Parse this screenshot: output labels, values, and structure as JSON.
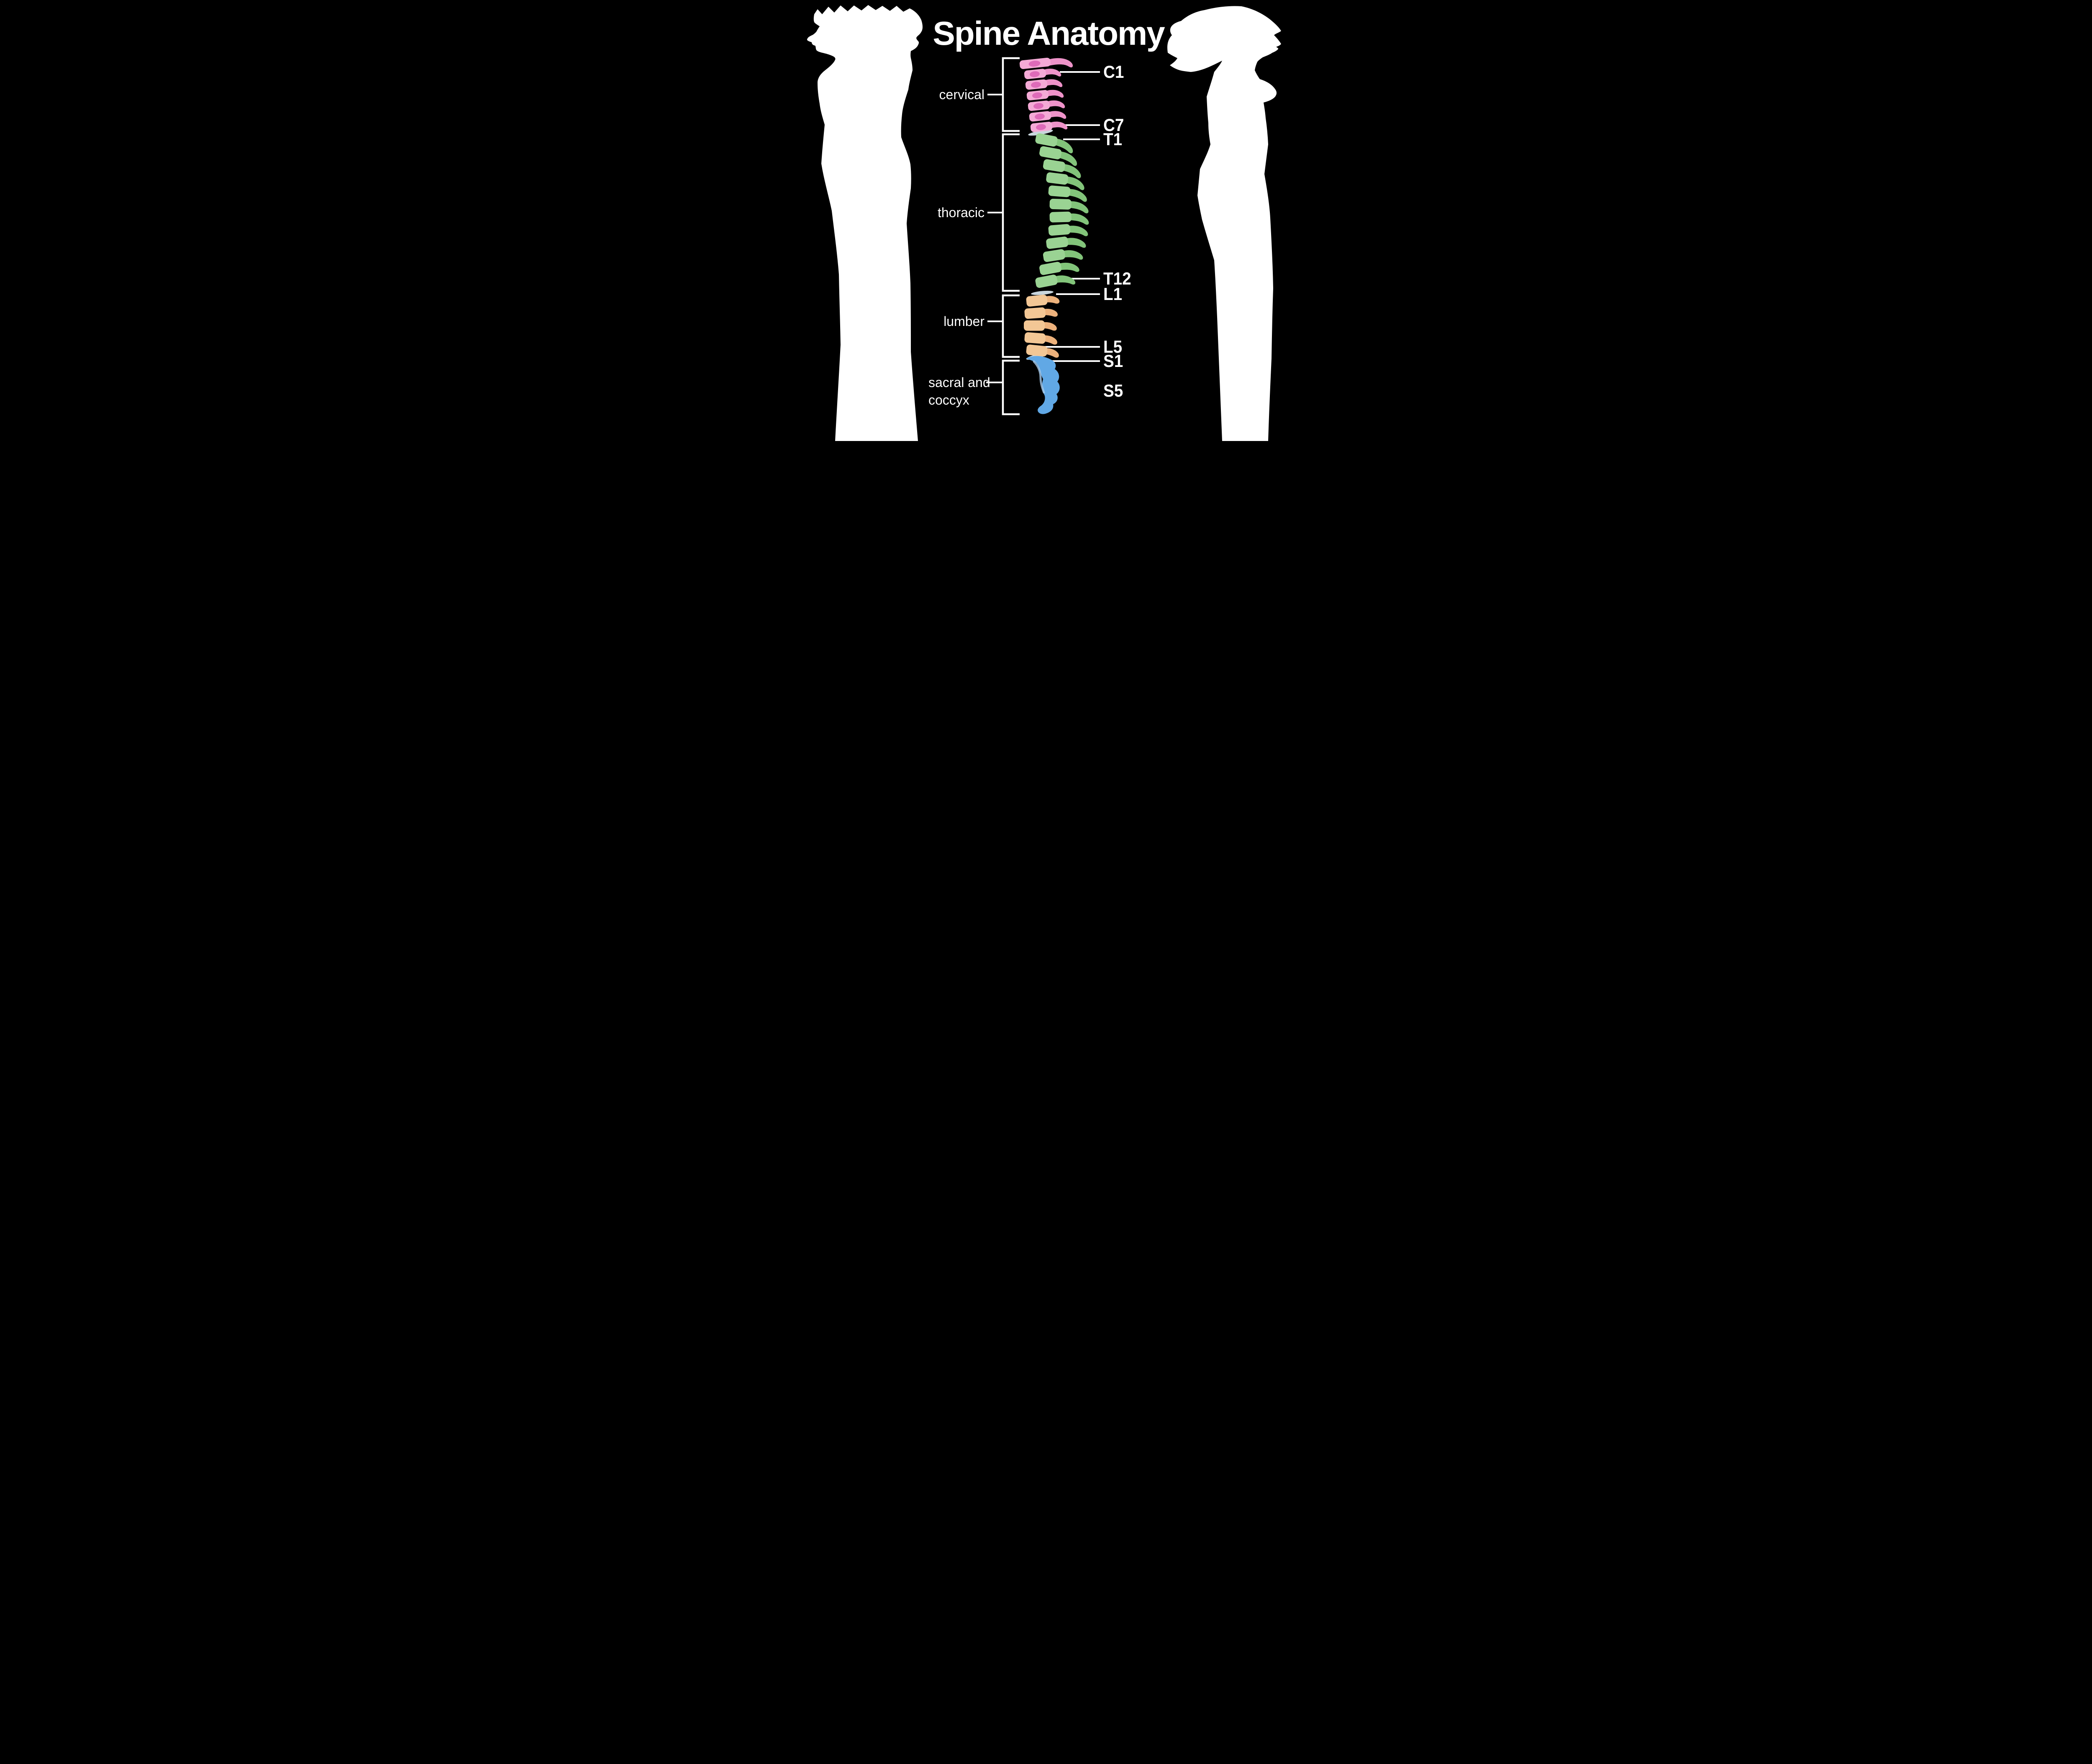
{
  "title": "Spine Anatomy",
  "region_labels": {
    "cervical": "cervical",
    "thoracic": "thoracic",
    "lumbar": "lumber",
    "sacral_line1": "sacral and",
    "sacral_line2": "coccyx"
  },
  "vertebra_labels": {
    "c1": "C1",
    "c7": "C7",
    "t1": "T1",
    "t12": "T12",
    "l1": "L1",
    "l5": "L5",
    "s1": "S1",
    "s5": "S5"
  },
  "colors": {
    "background": "#000000",
    "silhouette": "#ffffff",
    "text": "#ffffff",
    "line": "#ffffff",
    "cervical": "#f4aad6",
    "cervical_shade": "#ee93c9",
    "cervical_canal": "#de6bb9",
    "thoracic": "#9ad393",
    "thoracic_shade": "#82c47a",
    "lumbar": "#f3c795",
    "lumbar_shade": "#edb27c",
    "sacral": "#61a8e5",
    "sacral_shade": "#4a92d3",
    "sacral_light": "#a9cdef",
    "disc": "#c9d6dd"
  }
}
